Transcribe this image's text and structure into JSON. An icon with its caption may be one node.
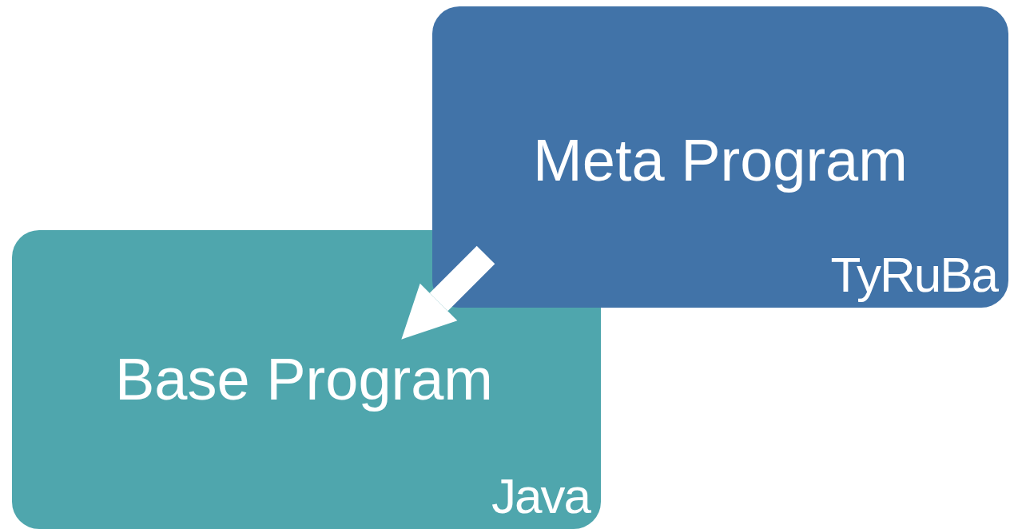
{
  "diagram": {
    "nodes": [
      {
        "text": [
          "Meta Program",
          "TyRuBa"
        ]
      },
      {
        "text": [
          "Base Program",
          "Java"
        ]
      }
    ],
    "edges": [
      {
        "from": 0,
        "to": 1,
        "arrow": "to",
        "color": "#ffffff"
      }
    ]
  }
}
